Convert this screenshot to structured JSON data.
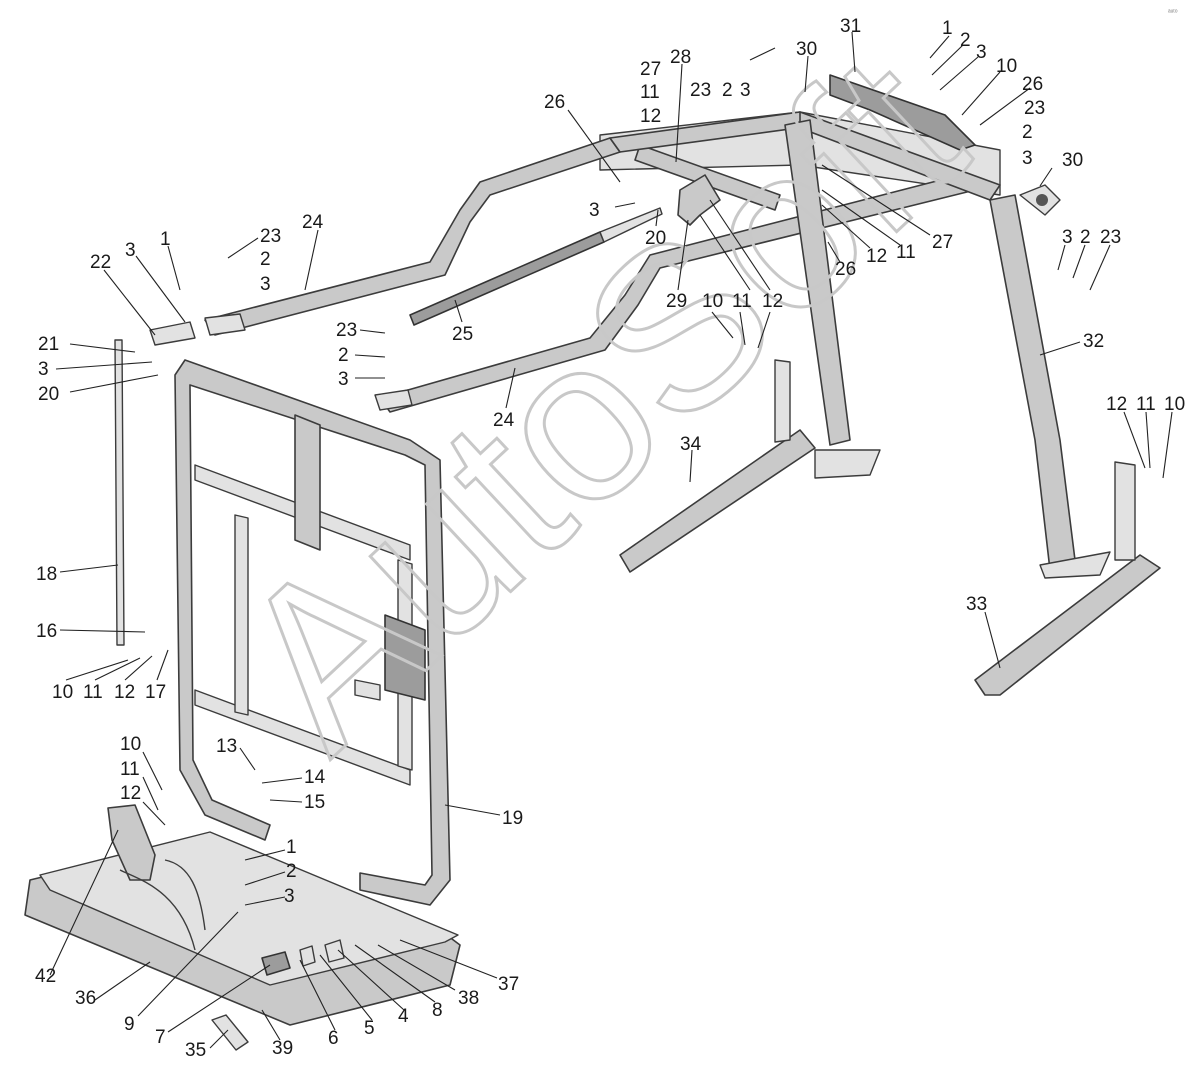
{
  "diagram": {
    "watermark": "AutoSoft",
    "corner_mark": "ᵃᵘᵗᵒ",
    "callouts": [
      {
        "id": "c1",
        "text": "1"
      },
      {
        "id": "c2",
        "text": "2"
      },
      {
        "id": "c3",
        "text": "3"
      },
      {
        "id": "c10",
        "text": "10"
      },
      {
        "id": "c26a",
        "text": "26"
      },
      {
        "id": "c23a",
        "text": "23"
      },
      {
        "id": "c2b",
        "text": "2"
      },
      {
        "id": "c3b",
        "text": "3"
      },
      {
        "id": "c31",
        "text": "31"
      },
      {
        "id": "c30a",
        "text": "30"
      },
      {
        "id": "c28",
        "text": "28"
      },
      {
        "id": "c27a",
        "text": "27"
      },
      {
        "id": "c11a",
        "text": "11"
      },
      {
        "id": "c12a",
        "text": "12"
      },
      {
        "id": "c23b",
        "text": "23"
      },
      {
        "id": "c2c",
        "text": "2"
      },
      {
        "id": "c3c",
        "text": "3"
      },
      {
        "id": "c26b",
        "text": "26"
      },
      {
        "id": "c30b",
        "text": "30"
      },
      {
        "id": "c3d",
        "text": "3"
      },
      {
        "id": "c20a",
        "text": "20"
      },
      {
        "id": "c27b",
        "text": "27"
      },
      {
        "id": "c11b",
        "text": "11"
      },
      {
        "id": "c12b",
        "text": "12"
      },
      {
        "id": "c26c",
        "text": "26"
      },
      {
        "id": "c3e",
        "text": "3"
      },
      {
        "id": "c2d",
        "text": "2"
      },
      {
        "id": "c23c",
        "text": "23"
      },
      {
        "id": "c29",
        "text": "29"
      },
      {
        "id": "c10b",
        "text": "10"
      },
      {
        "id": "c11c",
        "text": "11"
      },
      {
        "id": "c12c",
        "text": "12"
      },
      {
        "id": "c32",
        "text": "32"
      },
      {
        "id": "c1b",
        "text": "1"
      },
      {
        "id": "c23d",
        "text": "23"
      },
      {
        "id": "c24a",
        "text": "24"
      },
      {
        "id": "c22",
        "text": "22"
      },
      {
        "id": "c3f",
        "text": "3"
      },
      {
        "id": "c2e",
        "text": "2"
      },
      {
        "id": "c3g",
        "text": "3"
      },
      {
        "id": "c21",
        "text": "21"
      },
      {
        "id": "c3h",
        "text": "3"
      },
      {
        "id": "c20b",
        "text": "20"
      },
      {
        "id": "c25",
        "text": "25"
      },
      {
        "id": "c23e",
        "text": "23"
      },
      {
        "id": "c2f",
        "text": "2"
      },
      {
        "id": "c3i",
        "text": "3"
      },
      {
        "id": "c24b",
        "text": "24"
      },
      {
        "id": "c34",
        "text": "34"
      },
      {
        "id": "c12d",
        "text": "12"
      },
      {
        "id": "c11d",
        "text": "11"
      },
      {
        "id": "c10c",
        "text": "10"
      },
      {
        "id": "c18",
        "text": "18"
      },
      {
        "id": "c16",
        "text": "16"
      },
      {
        "id": "c10d",
        "text": "10"
      },
      {
        "id": "c11e",
        "text": "11"
      },
      {
        "id": "c12e",
        "text": "12"
      },
      {
        "id": "c17",
        "text": "17"
      },
      {
        "id": "c33",
        "text": "33"
      },
      {
        "id": "c10e",
        "text": "10"
      },
      {
        "id": "c11f",
        "text": "11"
      },
      {
        "id": "c12f",
        "text": "12"
      },
      {
        "id": "c13",
        "text": "13"
      },
      {
        "id": "c14",
        "text": "14"
      },
      {
        "id": "c15",
        "text": "15"
      },
      {
        "id": "c19",
        "text": "19"
      },
      {
        "id": "c1c",
        "text": "1"
      },
      {
        "id": "c2g",
        "text": "2"
      },
      {
        "id": "c3j",
        "text": "3"
      },
      {
        "id": "c37",
        "text": "37"
      },
      {
        "id": "c38",
        "text": "38"
      },
      {
        "id": "c8",
        "text": "8"
      },
      {
        "id": "c4",
        "text": "4"
      },
      {
        "id": "c5",
        "text": "5"
      },
      {
        "id": "c6",
        "text": "6"
      },
      {
        "id": "c39",
        "text": "39"
      },
      {
        "id": "c35",
        "text": "35"
      },
      {
        "id": "c7",
        "text": "7"
      },
      {
        "id": "c9",
        "text": "9"
      },
      {
        "id": "c36",
        "text": "36"
      },
      {
        "id": "c42",
        "text": "42"
      }
    ]
  }
}
